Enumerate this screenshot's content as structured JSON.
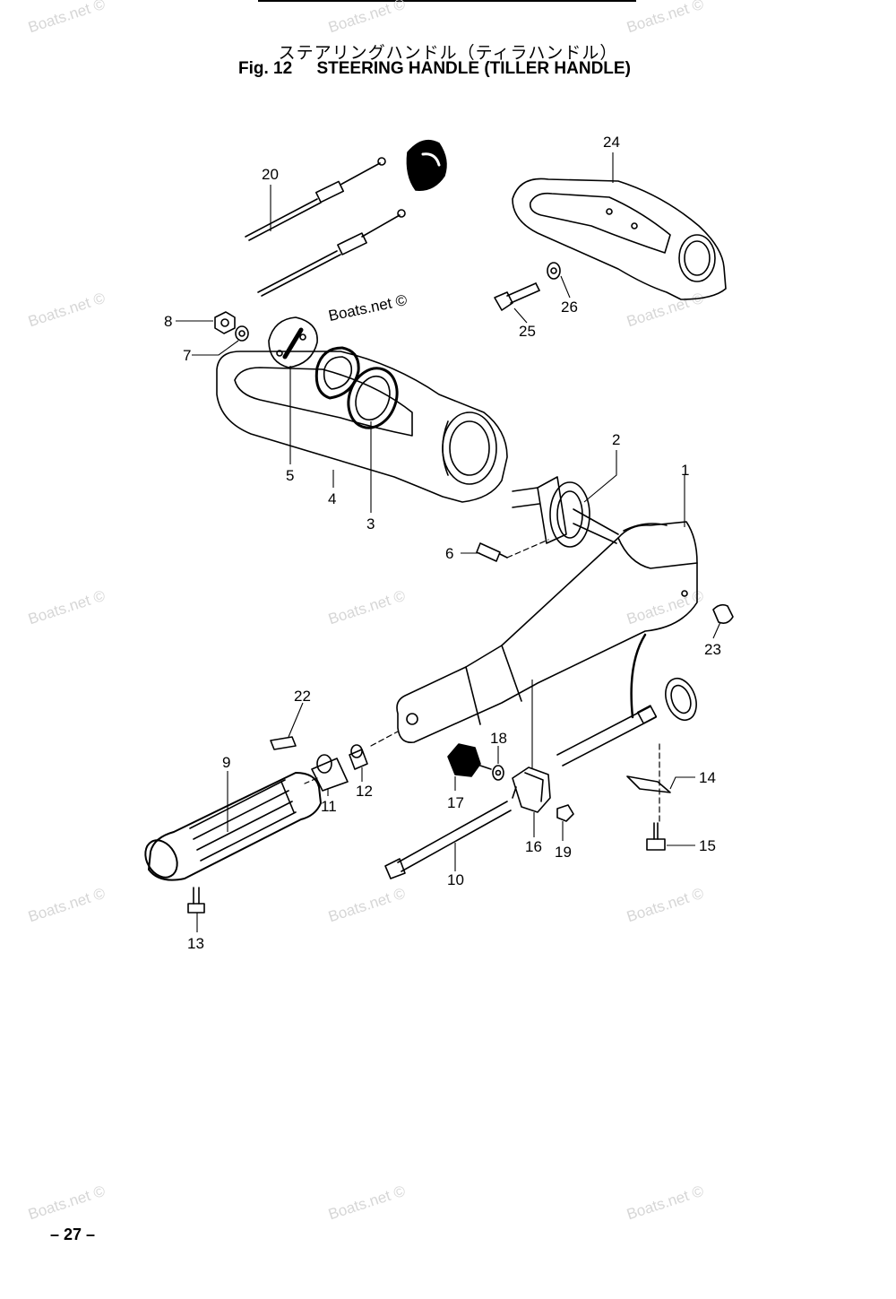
{
  "title": {
    "japanese": "ステアリングハンドル（ティラハンドル）",
    "figure": "Fig. 12",
    "english": "STEERING HANDLE (TILLER HANDLE)"
  },
  "watermark": "Boats.net ©",
  "part_labels": [
    "1",
    "2",
    "3",
    "4",
    "5",
    "6",
    "7",
    "8",
    "9",
    "10",
    "11",
    "12",
    "13",
    "14",
    "15",
    "16",
    "17",
    "18",
    "19",
    "20",
    "22",
    "23",
    "24",
    "25",
    "26"
  ],
  "page_number": "– 27 –"
}
